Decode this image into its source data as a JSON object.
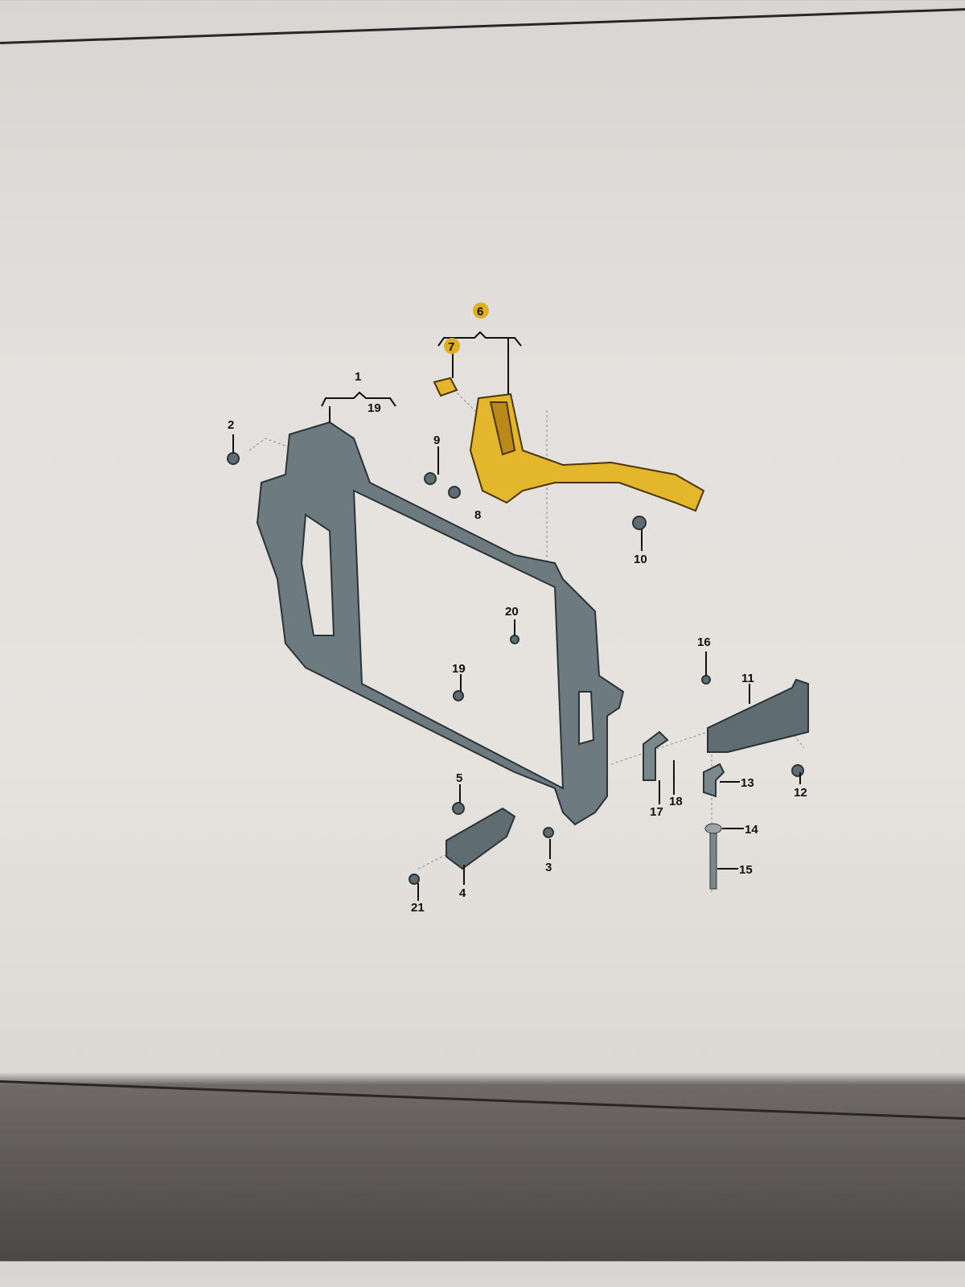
{
  "diagram": {
    "type": "exploded parts diagram",
    "subject": "front radiator support / lock carrier assembly",
    "highlight_color": "#e3b62c",
    "part_color": "#5f6d72",
    "callouts": [
      {
        "id": "1",
        "label": "1"
      },
      {
        "id": "19a",
        "label": "19"
      },
      {
        "id": "2",
        "label": "2"
      },
      {
        "id": "3",
        "label": "3"
      },
      {
        "id": "4",
        "label": "4"
      },
      {
        "id": "5",
        "label": "5"
      },
      {
        "id": "6",
        "label": "6",
        "highlighted": true
      },
      {
        "id": "7",
        "label": "7",
        "highlighted": true
      },
      {
        "id": "8",
        "label": "8"
      },
      {
        "id": "9",
        "label": "9"
      },
      {
        "id": "10",
        "label": "10"
      },
      {
        "id": "11",
        "label": "11"
      },
      {
        "id": "12",
        "label": "12"
      },
      {
        "id": "13",
        "label": "13"
      },
      {
        "id": "14",
        "label": "14"
      },
      {
        "id": "15",
        "label": "15"
      },
      {
        "id": "16",
        "label": "16"
      },
      {
        "id": "17",
        "label": "17"
      },
      {
        "id": "18",
        "label": "18"
      },
      {
        "id": "19b",
        "label": "19"
      },
      {
        "id": "20",
        "label": "20"
      },
      {
        "id": "21",
        "label": "21"
      }
    ]
  }
}
